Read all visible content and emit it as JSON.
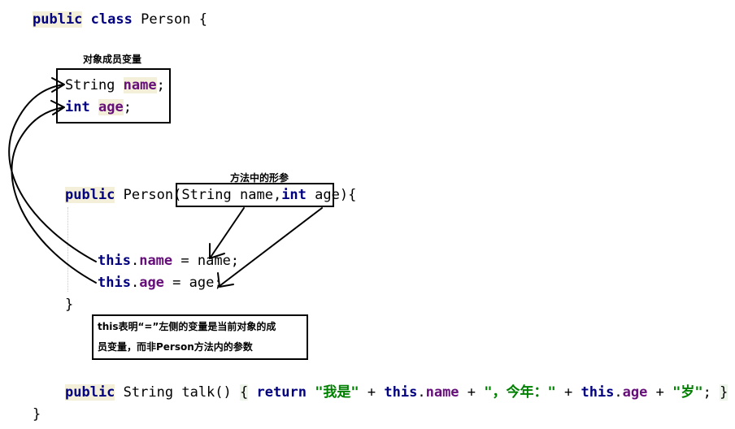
{
  "code": {
    "line1": {
      "kw1": "public",
      "kw2": "class",
      "name": "Person",
      "brace": "{"
    },
    "field1": {
      "type": "String",
      "name": "name",
      "semi": ";"
    },
    "field2": {
      "type": "int",
      "name": "age",
      "semi": ";"
    },
    "ctor": {
      "kw": "public",
      "name": "Person(",
      "p1type": "String",
      "p1name": "name,",
      "p2type": "int",
      "p2name": "age",
      "close": "){"
    },
    "assign1": {
      "this": "this",
      "dot": ".",
      "field": "name",
      "rest": " = name;"
    },
    "assign2": {
      "this": "this",
      "dot": ".",
      "field": "age",
      "rest": " = age;"
    },
    "ctor_close": "}",
    "talk": {
      "kw": "public",
      "type": "String",
      "sig": "talk()",
      "open": "{",
      "ret": "return",
      "s1": "\"我是\"",
      "plus1": " + ",
      "this1": "this",
      "dot1": ".",
      "f1": "name",
      "plus2": " + ",
      "s2": "\"，今年：\"",
      "plus3": " + ",
      "this2": "this",
      "dot2": ".",
      "f2": "age",
      "plus4": " + ",
      "s3": "\"岁\"",
      "semi": ";",
      "close": "}"
    },
    "class_close": "}"
  },
  "annotations": {
    "members_label": "对象成员变量",
    "params_label": "方法中的形参",
    "note_line1": "this表明“=”左侧的变量是当前对象的成",
    "note_line2": "员变量，而非Person方法内的参数"
  },
  "colors": {
    "keyword": "#000080",
    "field": "#660e7a",
    "string": "#008000",
    "keyword_bg": "#f3efd9",
    "fold_bg": "#edf5ea"
  }
}
